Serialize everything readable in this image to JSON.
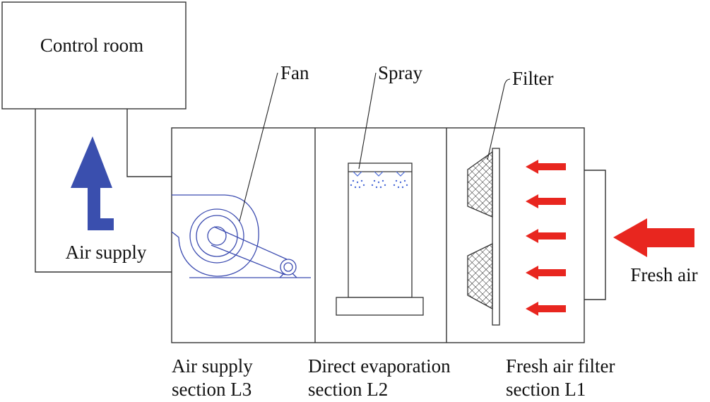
{
  "labels": {
    "control_room": "Control room",
    "fan": "Fan",
    "spray": "Spray",
    "filter": "Filter",
    "air_supply": "Air supply",
    "fresh_air": "Fresh air",
    "section_l3_line1": "Air supply",
    "section_l3_line2": "section L3",
    "section_l2_line1": "Direct evaporation",
    "section_l2_line2": "section L2",
    "section_l1_line1": "Fresh air filter",
    "section_l1_line2": "section L1"
  },
  "colors": {
    "outline": "#333333",
    "equipment": "#3b4bb0",
    "supply_arrow": "#3a4fae",
    "fresh_arrow": "#e8261f",
    "spray_drops": "#4a6ad8"
  }
}
